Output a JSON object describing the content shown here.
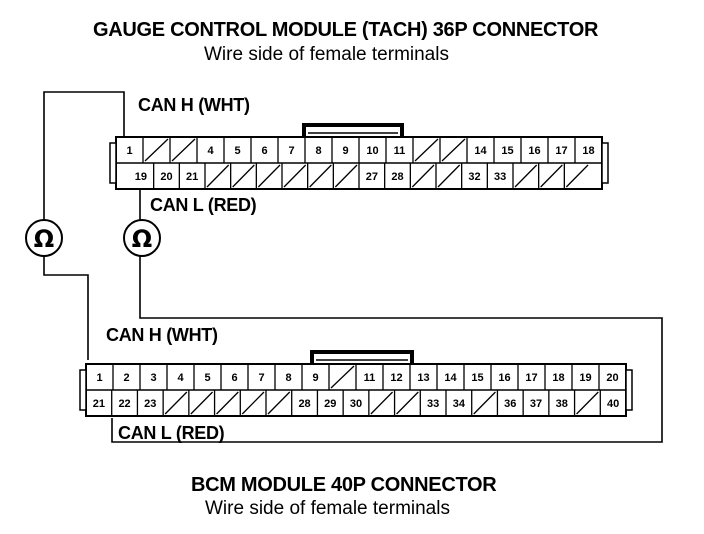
{
  "gauge": {
    "title": "GAUGE CONTROL MODULE (TACH) 36P CONNECTOR",
    "subtitle": "Wire side of female terminals",
    "can_h_label": "CAN H (WHT)",
    "can_l_label": "CAN L (RED)",
    "top_row": [
      "1",
      "",
      "",
      "4",
      "5",
      "6",
      "7",
      "8",
      "9",
      "10",
      "11",
      "",
      "",
      "14",
      "15",
      "16",
      "17",
      "18"
    ],
    "bottom_row": [
      "19",
      "20",
      "21",
      "",
      "",
      "",
      "",
      "",
      "",
      "27",
      "28",
      "",
      "",
      "32",
      "33",
      "",
      "",
      ""
    ]
  },
  "bcm": {
    "title": "BCM MODULE 40P CONNECTOR",
    "subtitle": "Wire side of female terminals",
    "can_h_label": "CAN H (WHT)",
    "can_l_label": "CAN L (RED)",
    "top_row": [
      "1",
      "2",
      "3",
      "4",
      "5",
      "6",
      "7",
      "8",
      "9",
      "",
      "11",
      "12",
      "13",
      "14",
      "15",
      "16",
      "17",
      "18",
      "19",
      "20"
    ],
    "bottom_row": [
      "21",
      "22",
      "23",
      "",
      "",
      "",
      "",
      "",
      "28",
      "29",
      "30",
      "",
      "",
      "33",
      "34",
      "",
      "36",
      "37",
      "38",
      "",
      "40"
    ]
  },
  "meters": {
    "left_symbol": "Ω",
    "right_symbol": "Ω"
  }
}
